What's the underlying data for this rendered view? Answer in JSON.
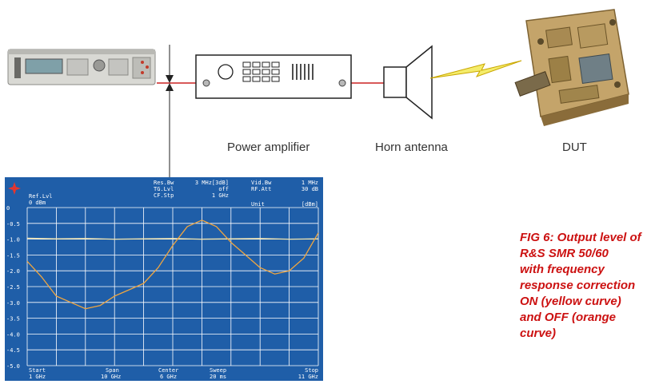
{
  "labels": {
    "power_amplifier": "Power amplifier",
    "horn_antenna": "Horn antenna",
    "dut": "DUT"
  },
  "caption": "FIG 6: Output level of\nR&S SMR 50/60\nwith frequency\nresponse correction\nON (yellow curve)\nand OFF (orange\ncurve)",
  "analyzer": {
    "ref_lvl_label": "Ref.Lvl",
    "ref_lvl_value": "0 dBm",
    "res_bw_label": "Res.Bw",
    "res_bw_value": "3 MHz[3dB]",
    "tg_lvl_label": "TG.Lvl",
    "tg_lvl_value": "off",
    "cf_stp_label": "CF.Stp",
    "cf_stp_value": "1 GHz",
    "vid_bw_label": "Vid.Bw",
    "vid_bw_value": "1 MHz",
    "rf_att_label": "RF.Att",
    "rf_att_value": "30 dB",
    "unit_label": "Unit",
    "unit_value": "[dBm]",
    "footer": [
      {
        "label": "Start",
        "value": "1 GHz"
      },
      {
        "label": "Span",
        "value": "10 GHz"
      },
      {
        "label": "Center",
        "value": "6 GHz"
      },
      {
        "label": "Sweep",
        "value": "20 ms"
      },
      {
        "label": "Stop",
        "value": "11 GHz"
      }
    ]
  },
  "chart_data": {
    "type": "line",
    "ylim": [
      -5.0,
      0
    ],
    "xlim": [
      1,
      11
    ],
    "yticks": [
      "0",
      "-0.5",
      "-1.0",
      "-1.5",
      "-2.0",
      "-2.5",
      "-3.0",
      "-3.5",
      "-4.0",
      "-4.5",
      "-5.0"
    ],
    "grid": true,
    "series": [
      {
        "color": "#f3e6b0",
        "x": [
          1,
          2,
          3,
          4,
          5,
          6,
          7,
          8,
          9,
          10,
          11
        ],
        "y": [
          -0.97,
          -0.99,
          -0.98,
          -1.0,
          -0.99,
          -0.98,
          -1.0,
          -0.99,
          -0.98,
          -1.0,
          -0.99
        ]
      },
      {
        "color": "#f0a640",
        "x": [
          1,
          1.5,
          2,
          2.5,
          3,
          3.5,
          4,
          4.5,
          5,
          5.5,
          6,
          6.5,
          7,
          7.5,
          8,
          8.5,
          9,
          9.5,
          10,
          10.5,
          11
        ],
        "y": [
          -1.7,
          -2.2,
          -2.8,
          -3.0,
          -3.2,
          -3.1,
          -2.8,
          -2.6,
          -2.4,
          -1.9,
          -1.2,
          -0.6,
          -0.4,
          -0.6,
          -1.1,
          -1.5,
          -1.9,
          -2.1,
          -2.0,
          -1.6,
          -0.8
        ]
      }
    ]
  },
  "colors": {
    "analyzer_bg": "#1f5ea8",
    "grid": "#ffffff",
    "cable": "#cc2222",
    "logo": "#e8342c"
  }
}
